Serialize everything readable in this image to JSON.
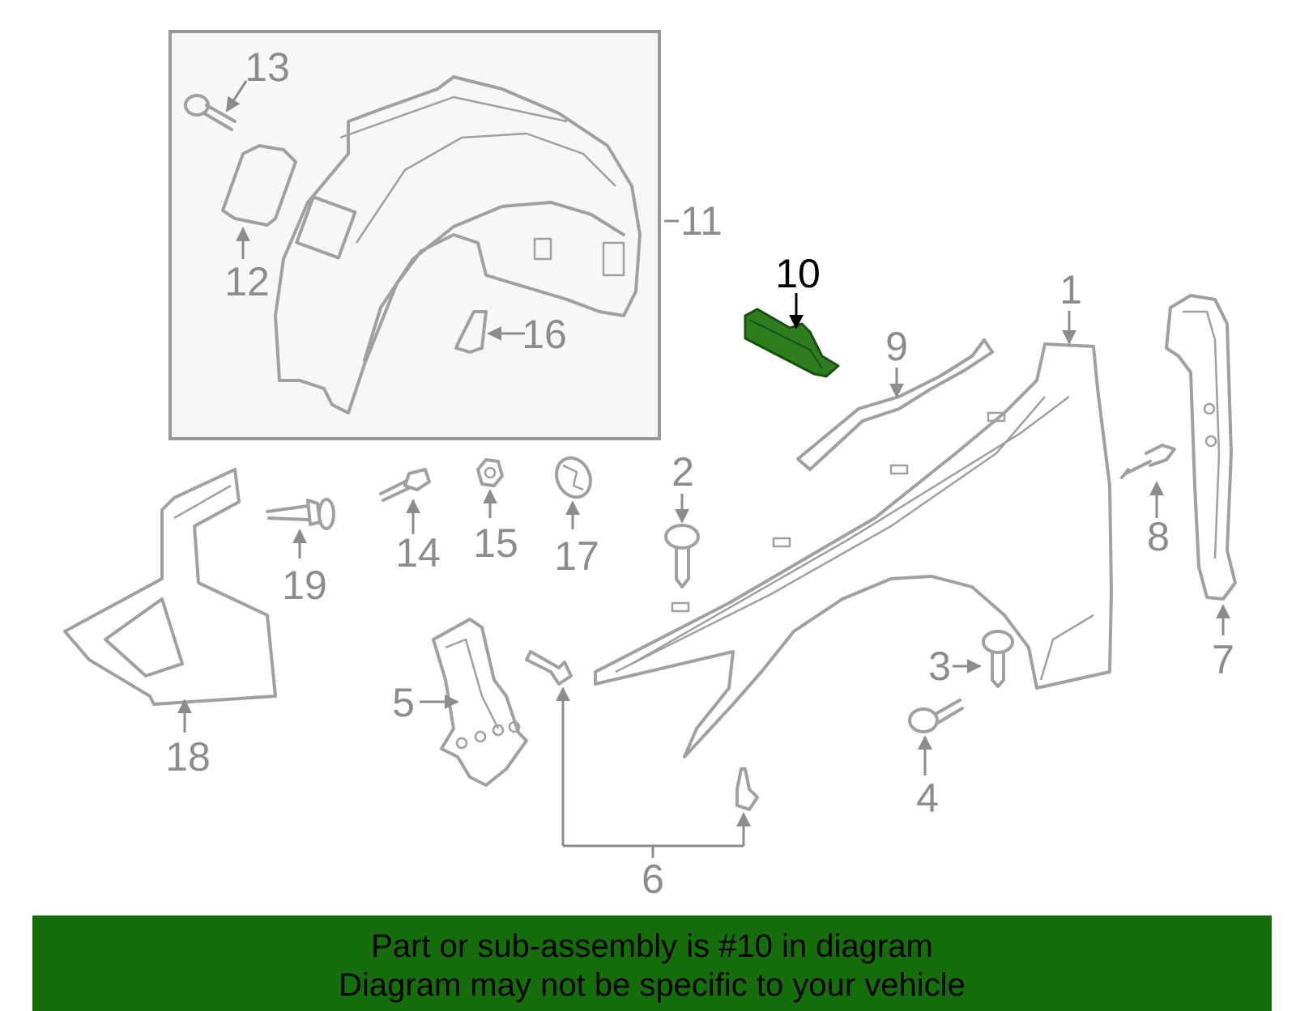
{
  "colors": {
    "highlight_part": "#2e7d1e",
    "banner_bg": "#166e0b",
    "line_art": "#a0a0a0",
    "label_gray": "#8c8c8c",
    "label_highlight": "#000000"
  },
  "highlighted_part": "10",
  "callouts": {
    "c1": "1",
    "c2": "2",
    "c3": "3",
    "c4": "4",
    "c5": "5",
    "c6": "6",
    "c7": "7",
    "c8": "8",
    "c9": "9",
    "c10": "10",
    "c11": "11",
    "c12": "12",
    "c13": "13",
    "c14": "14",
    "c15": "15",
    "c16": "16",
    "c17": "17",
    "c18": "18",
    "c19": "19"
  },
  "banner": {
    "line1": "Part or sub-assembly is #10 in diagram",
    "line2": "Diagram may not be specific to your vehicle"
  }
}
